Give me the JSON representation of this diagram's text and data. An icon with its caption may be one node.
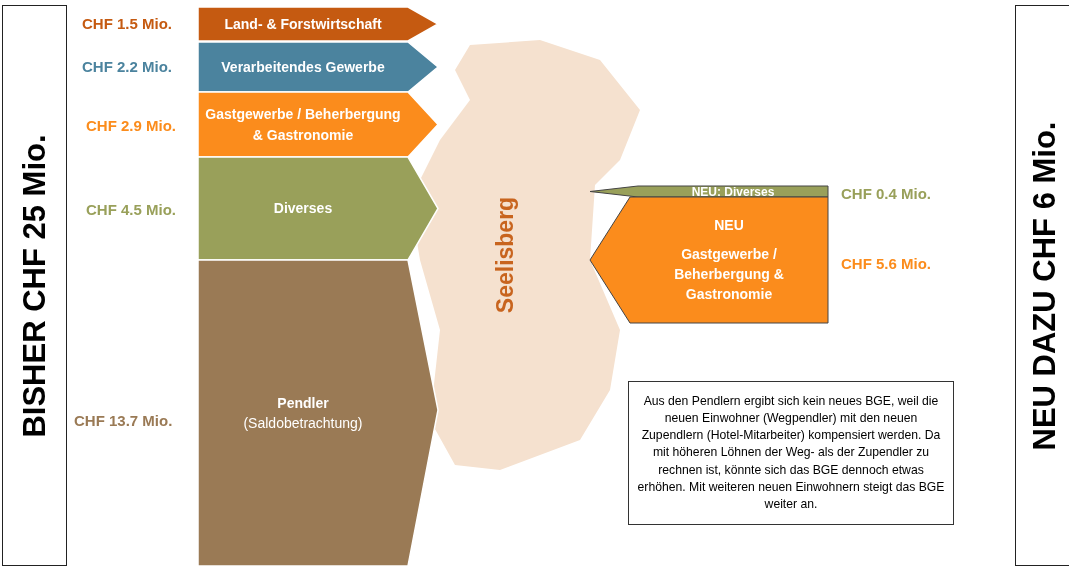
{
  "diagram": {
    "nodes": [
      {
        "text": [
          "BISHER CHF 25 Mio."
        ]
      },
      {
        "text": [
          "NEU DAZU CHF 6 Mio."
        ]
      },
      {
        "text": [
          "Land- & Forstwirtschaft"
        ]
      },
      {
        "text": [
          "Verarbeitendes Gewerbe"
        ]
      },
      {
        "text": [
          "Gastgewerbe / Beherbergung & Gastronomie"
        ]
      },
      {
        "text": [
          "Diverses"
        ]
      },
      {
        "text": [
          "Pendler",
          "(Saldobetrachtung)"
        ]
      },
      {
        "text": [
          "Seelisberg"
        ]
      },
      {
        "text": [
          "NEU: Diverses"
        ],
        "beside": [
          "CHF 0.4 Mio."
        ]
      },
      {
        "text": [
          "NEU",
          "Gastgewerbe / Beherbergung & Gastronomie"
        ],
        "beside": [
          "CHF 5.6 Mio."
        ]
      },
      {
        "text": [
          "Aus den Pendlern ergibt sich kein neues BGE, weil die neuen Einwohner (Wegpendler) mit den neuen Zupendlern (Hotel-Mitarbeiter) kompensiert werden. Da mit höheren Löhnen der Weg- als der Zupendler zu rechnen ist, könnte sich das BGE dennoch etwas erhöhen. Mit weiteren neuen Einwohnern steigt das BGE weiter an."
        ]
      }
    ],
    "edges": [],
    "labels": [
      "CHF 1.5 Mio.",
      "CHF 2.2 Mio.",
      "CHF 2.9 Mio.",
      "CHF 4.5 Mio.",
      "CHF 13.7 Mio."
    ]
  }
}
